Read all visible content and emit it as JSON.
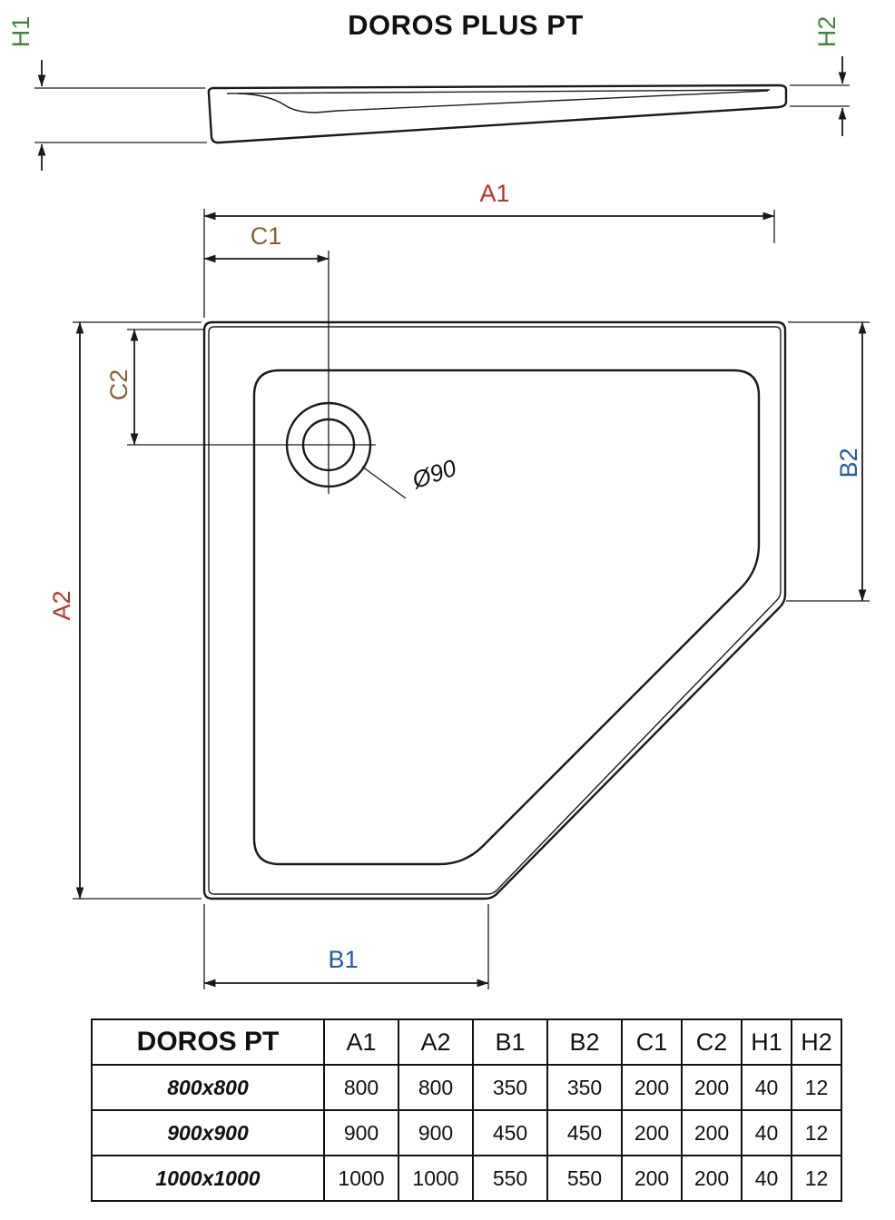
{
  "title": "DOROS PLUS PT",
  "drawing": {
    "labels": {
      "h1": "H1",
      "h2": "H2",
      "a1": "A1",
      "a2": "A2",
      "b1": "B1",
      "b2": "B2",
      "c1": "C1",
      "c2": "C2",
      "drain_diameter": "Ø90"
    },
    "colors": {
      "dim_a": "#b5342a",
      "dim_b": "#1e5aa7",
      "dim_c": "#8a5f2f",
      "dim_h": "#3e8637",
      "line": "#1a1a1a"
    }
  },
  "table": {
    "model_header": "DOROS PT",
    "columns": [
      {
        "label": "A1",
        "color": "#b5342a"
      },
      {
        "label": "A2",
        "color": "#b5342a"
      },
      {
        "label": "B1",
        "color": "#1e5aa7"
      },
      {
        "label": "B2",
        "color": "#1e5aa7"
      },
      {
        "label": "C1",
        "color": "#8a5f2f"
      },
      {
        "label": "C2",
        "color": "#8a5f2f"
      },
      {
        "label": "H1",
        "color": "#3e8637"
      },
      {
        "label": "H2",
        "color": "#3e8637"
      }
    ],
    "rows": [
      {
        "model": "800x800",
        "values": [
          "800",
          "800",
          "350",
          "350",
          "200",
          "200",
          "40",
          "12"
        ]
      },
      {
        "model": "900x900",
        "values": [
          "900",
          "900",
          "450",
          "450",
          "200",
          "200",
          "40",
          "12"
        ]
      },
      {
        "model": "1000x1000",
        "values": [
          "1000",
          "1000",
          "550",
          "550",
          "200",
          "200",
          "40",
          "12"
        ]
      }
    ]
  }
}
